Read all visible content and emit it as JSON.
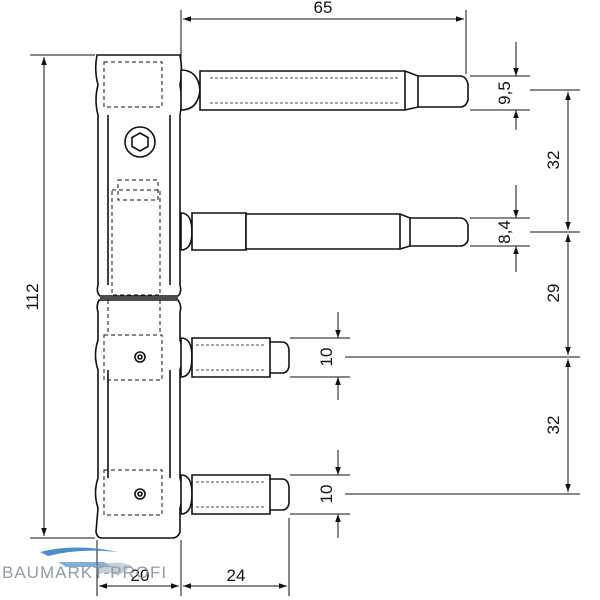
{
  "dimensions": {
    "top_width": "65",
    "pin1_diameter": "9,5",
    "pin2_diameter": "8,4",
    "pin3_diameter": "10",
    "pin4_diameter": "10",
    "pitch_1_2": "32",
    "pitch_2_3": "29",
    "pitch_3_4": "32",
    "overall_height": "112",
    "body_width": "20",
    "short_pin_length": "24"
  },
  "watermark": {
    "text": "BAUMARKT-PROFI"
  },
  "colors": {
    "line": "#111111",
    "watermark_text": "#7d8a96",
    "watermark_swoosh": "#2f79c2"
  }
}
